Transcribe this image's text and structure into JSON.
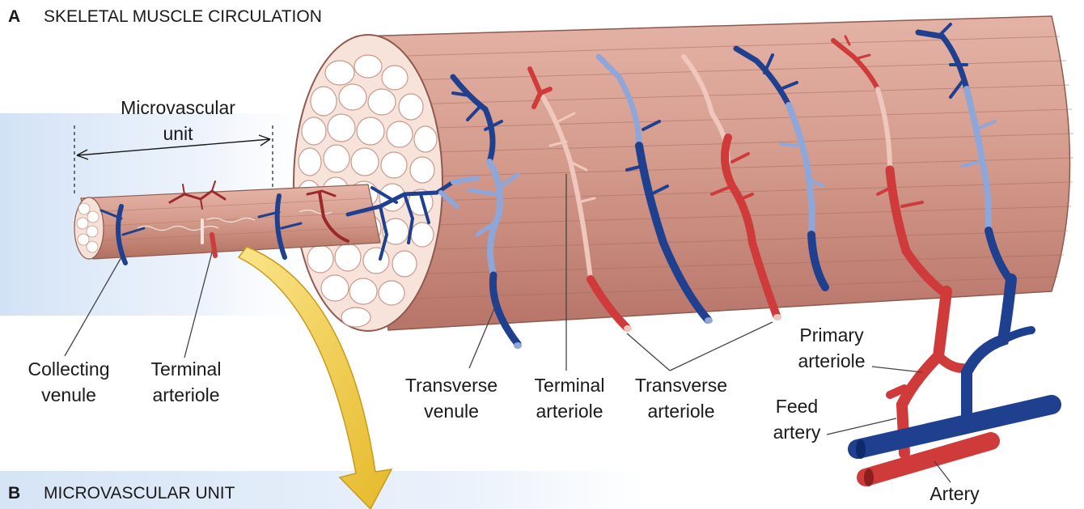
{
  "headings": {
    "a_letter": "A",
    "a_title": "SKELETAL MUSCLE CIRCULATION",
    "b_letter": "B",
    "b_title": "MICROVASCULAR UNIT"
  },
  "labels": {
    "microvascular_unit": [
      "Microvascular",
      "unit"
    ],
    "collecting_venule": [
      "Collecting",
      "venule"
    ],
    "terminal_arteriole_left": [
      "Terminal",
      "arteriole"
    ],
    "transverse_venule": [
      "Transverse",
      "venule"
    ],
    "terminal_arteriole_center": [
      "Terminal",
      "arteriole"
    ],
    "transverse_arteriole": [
      "Transverse",
      "arteriole"
    ],
    "primary_arteriole": [
      "Primary",
      "arteriole"
    ],
    "feed_artery": [
      "Feed",
      "artery"
    ],
    "artery": "Artery"
  },
  "colors": {
    "muscle": "#d9a496",
    "muscle_shadow": "#b9786b",
    "vein": "#1f3f8f",
    "vein_light": "#8fa6d8",
    "artery": "#cf3a3a",
    "artery_light": "#f0c7bd",
    "arrow": "#f2cf48",
    "leader": "#444444"
  }
}
